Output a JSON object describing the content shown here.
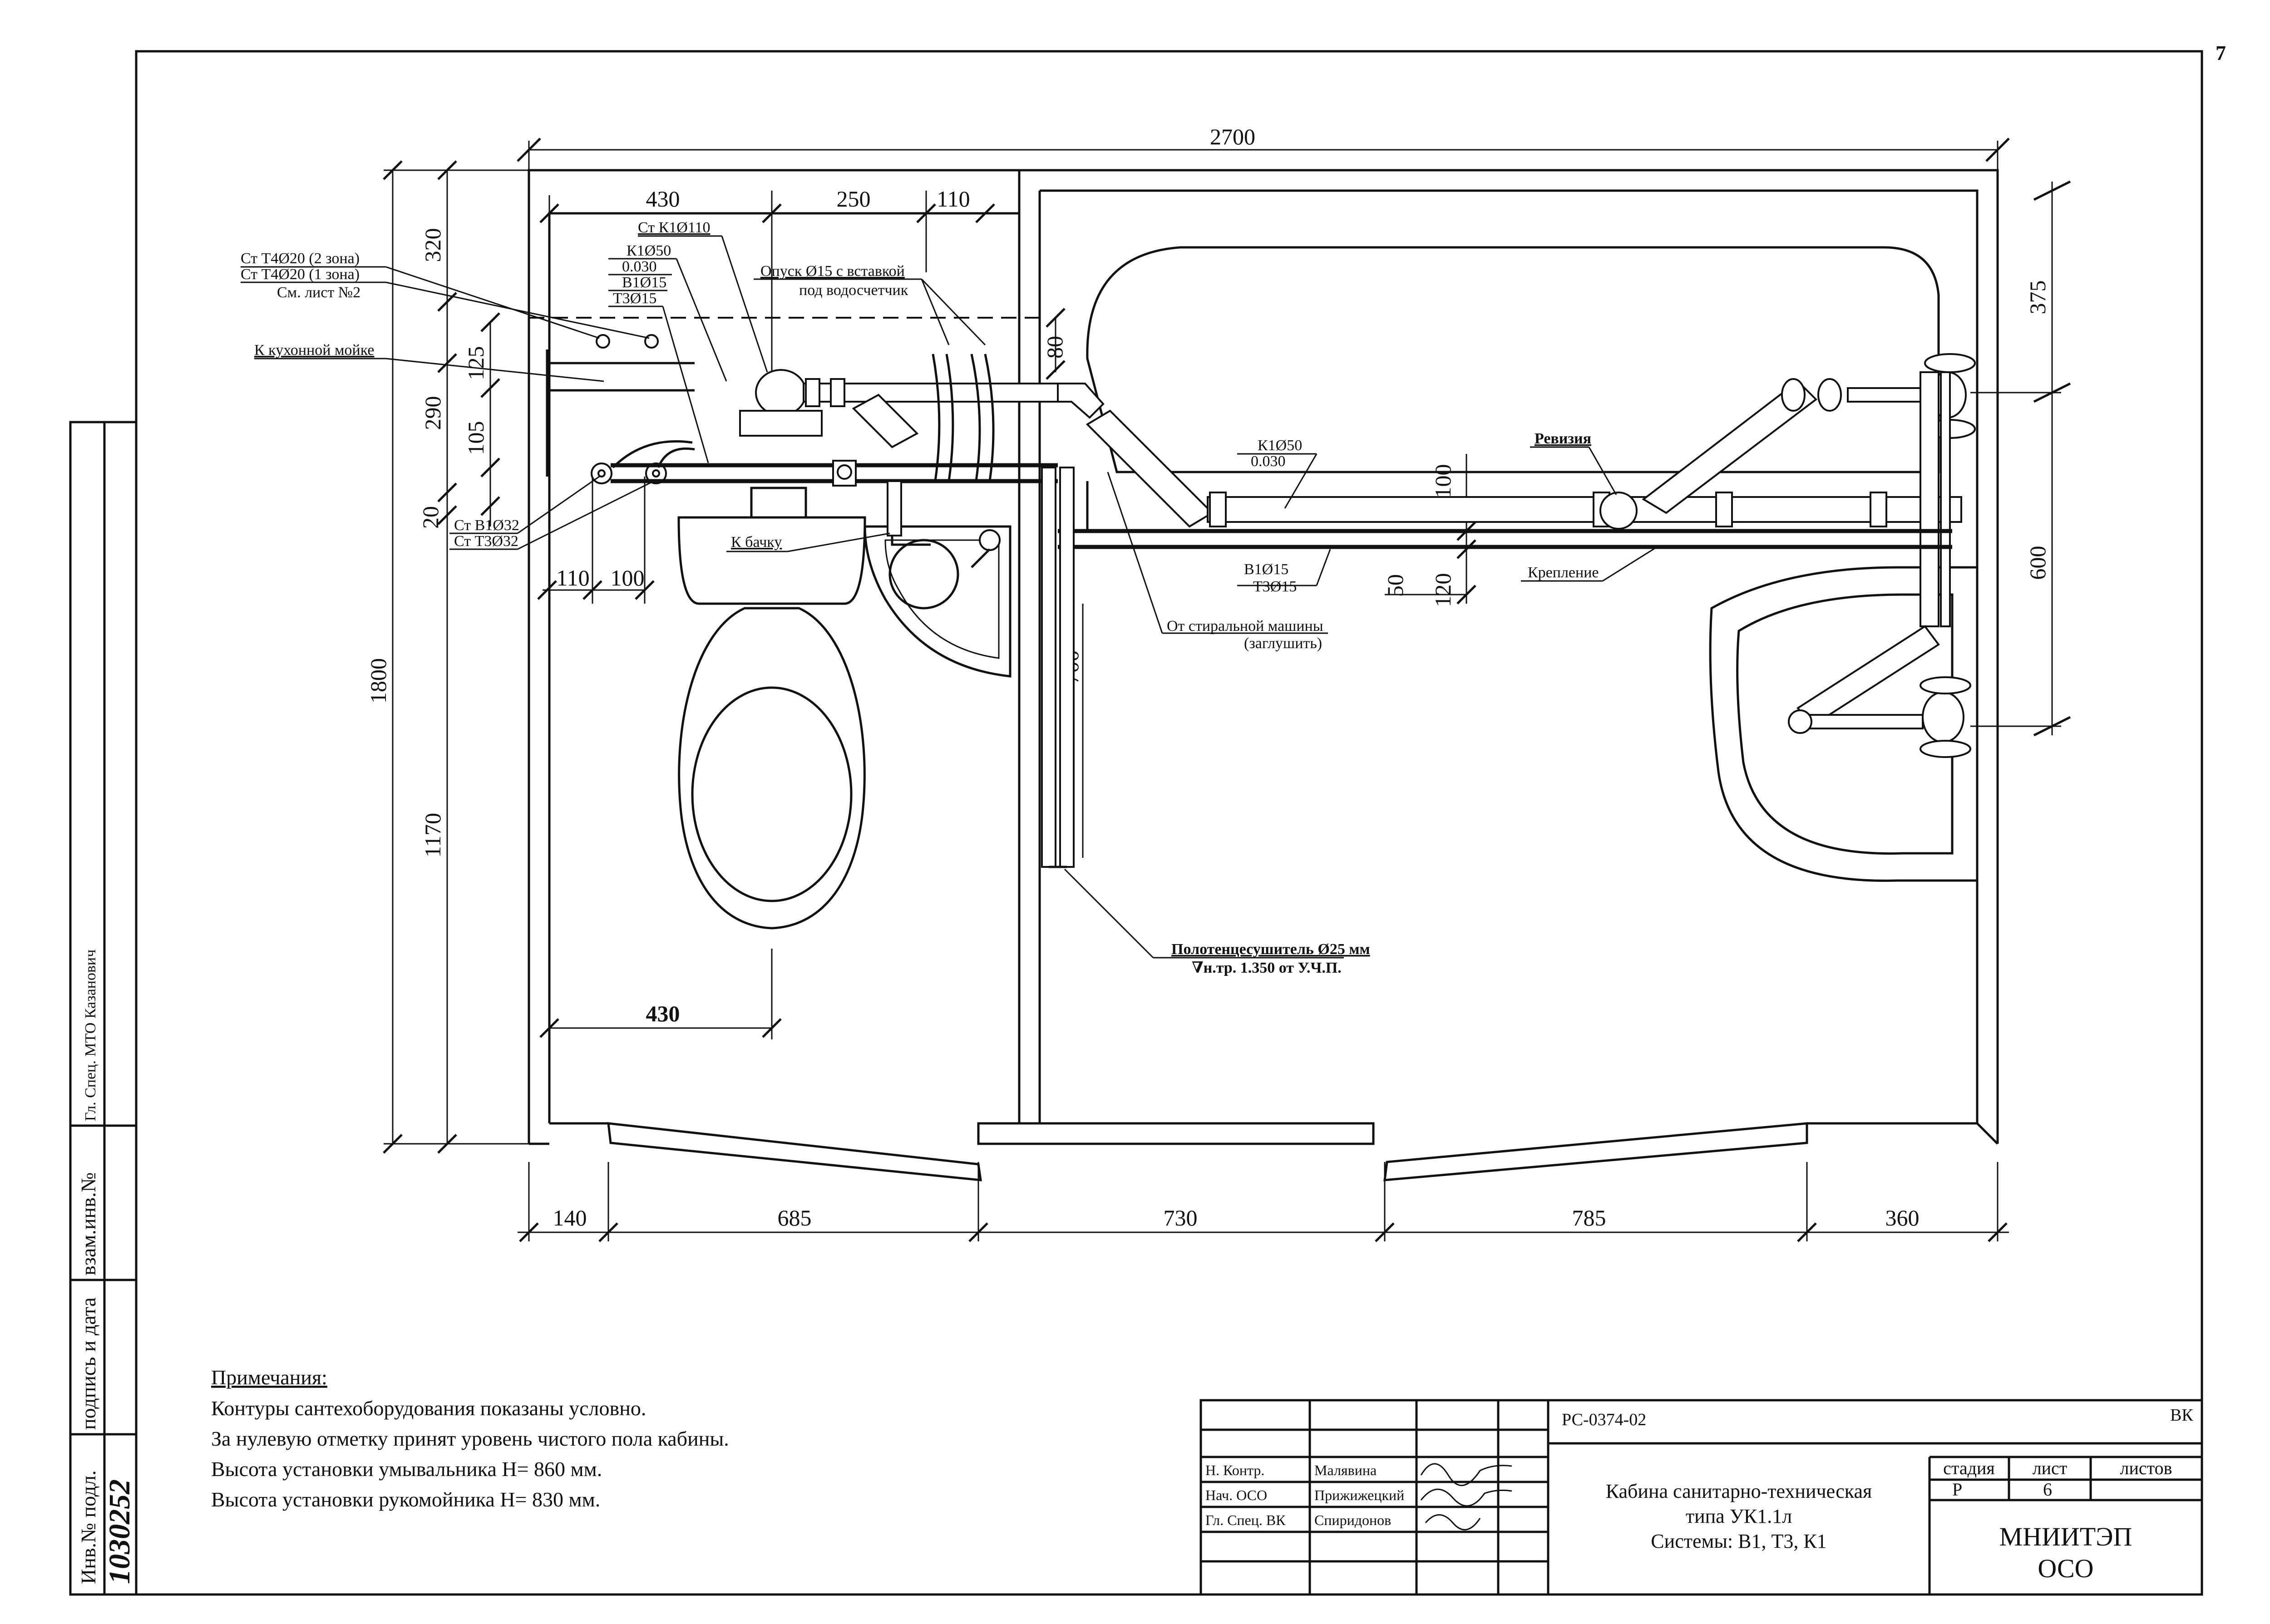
{
  "sheet_number": "7",
  "dimensions": {
    "total_width": "2700",
    "top": [
      "430",
      "250",
      "110"
    ],
    "bottom": [
      "140",
      "685",
      "730",
      "785",
      "360"
    ],
    "left": [
      "320",
      "125",
      "290",
      "105",
      "20",
      "1800",
      "1170"
    ],
    "toilet_room_width": "430",
    "inner": [
      "110",
      "100",
      "80",
      "700",
      "100",
      "50",
      "120"
    ],
    "right": [
      "375",
      "600"
    ]
  },
  "labels": {
    "st_t4_zone2": "Ст Т4Ø20 (2 зона)",
    "st_t4_zone1": "Ст Т4Ø20 (1 зона)",
    "see_sheet": "См. лист №2",
    "kitchen_sink": "К кухонной мойке",
    "st_k1": "Ст К1Ø110",
    "k1_50": "К1Ø50",
    "slope_1": "0.030",
    "b1_15": "В1Ø15",
    "t3_15": "Т3Ø15",
    "drop_line": "Опуск Ø15 с вставкой",
    "drop_line_2": "под водосчетчик",
    "st_b1_32": "Ст В1Ø32",
    "st_t3_32": "Ст Т3Ø32",
    "to_tank": "К бачку",
    "k1_50_b": "К1Ø50",
    "slope_2": "0.030",
    "revision": "Ревизия",
    "b1_15_b": "В1Ø15",
    "t3_15_b": "Т3Ø15",
    "fixing": "Крепление",
    "washing_machine": "От стиральной машины",
    "washing_machine_2": "(заглушить)",
    "towel_dryer": "Полотенцесушитель Ø25 мм",
    "towel_dryer_2": "∇н.тр. 1.350 от У.Ч.П."
  },
  "notes": {
    "title": "Примечания:",
    "items": [
      "Контуры сантехоборудования показаны условно.",
      "За нулевую отметку принят уровень чистого пола кабины.",
      "Высота установки умывальника Н= 860 мм.",
      "Высота установки рукомойника Н= 830 мм."
    ]
  },
  "left_margin": {
    "inv_podl": "Инв.№ подл.",
    "podpis": "подпись и дата",
    "vzam": "взам.инв.№",
    "spec": "Гл. Спец. МТО   Казанович",
    "inv_value": "1030252"
  },
  "title_block": {
    "code": "РС-0374-02",
    "section": "ВК",
    "title_lines": [
      "Кабина санитарно-техническая",
      "типа УК1.1л",
      "Системы: В1, Т3, К1"
    ],
    "stage_label": "стадия",
    "sheet_label": "лист",
    "sheets_label": "листов",
    "stage": "Р",
    "sheet": "6",
    "org_lines": [
      "МНИИТЭП",
      "ОСО"
    ],
    "roles": [
      {
        "role": "Н. Контр.",
        "name": "Малявина"
      },
      {
        "role": "Нач. ОСО",
        "name": "Прижижецкий"
      },
      {
        "role": "Гл. Спец. ВК",
        "name": "Спиридонов"
      }
    ]
  }
}
